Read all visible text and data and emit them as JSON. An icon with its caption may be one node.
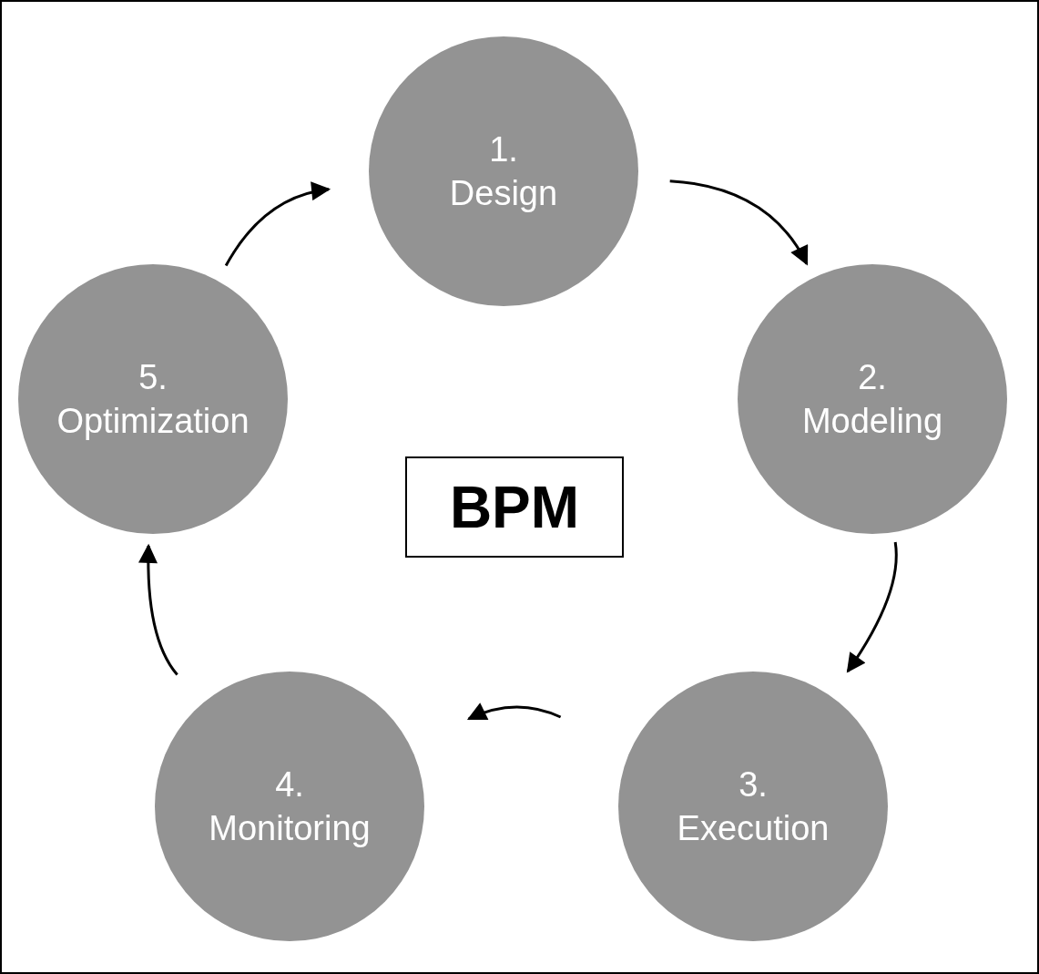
{
  "diagram": {
    "nodes": [
      {
        "text": [
          "1. Design"
        ]
      },
      {
        "text": [
          "2. Modeling"
        ]
      },
      {
        "text": [
          "3. Execution"
        ]
      },
      {
        "text": [
          "4. Monitoring"
        ]
      },
      {
        "text": [
          "5. Optimization"
        ]
      },
      {
        "text": [
          "BPM"
        ]
      }
    ],
    "edges": [
      {
        "from": 0,
        "to": 1,
        "arrow": "to"
      },
      {
        "from": 1,
        "to": 2,
        "arrow": "to"
      },
      {
        "from": 2,
        "to": 3,
        "arrow": "to"
      },
      {
        "from": 3,
        "to": 4,
        "arrow": "to"
      },
      {
        "from": 4,
        "to": 0,
        "arrow": "to"
      }
    ]
  }
}
